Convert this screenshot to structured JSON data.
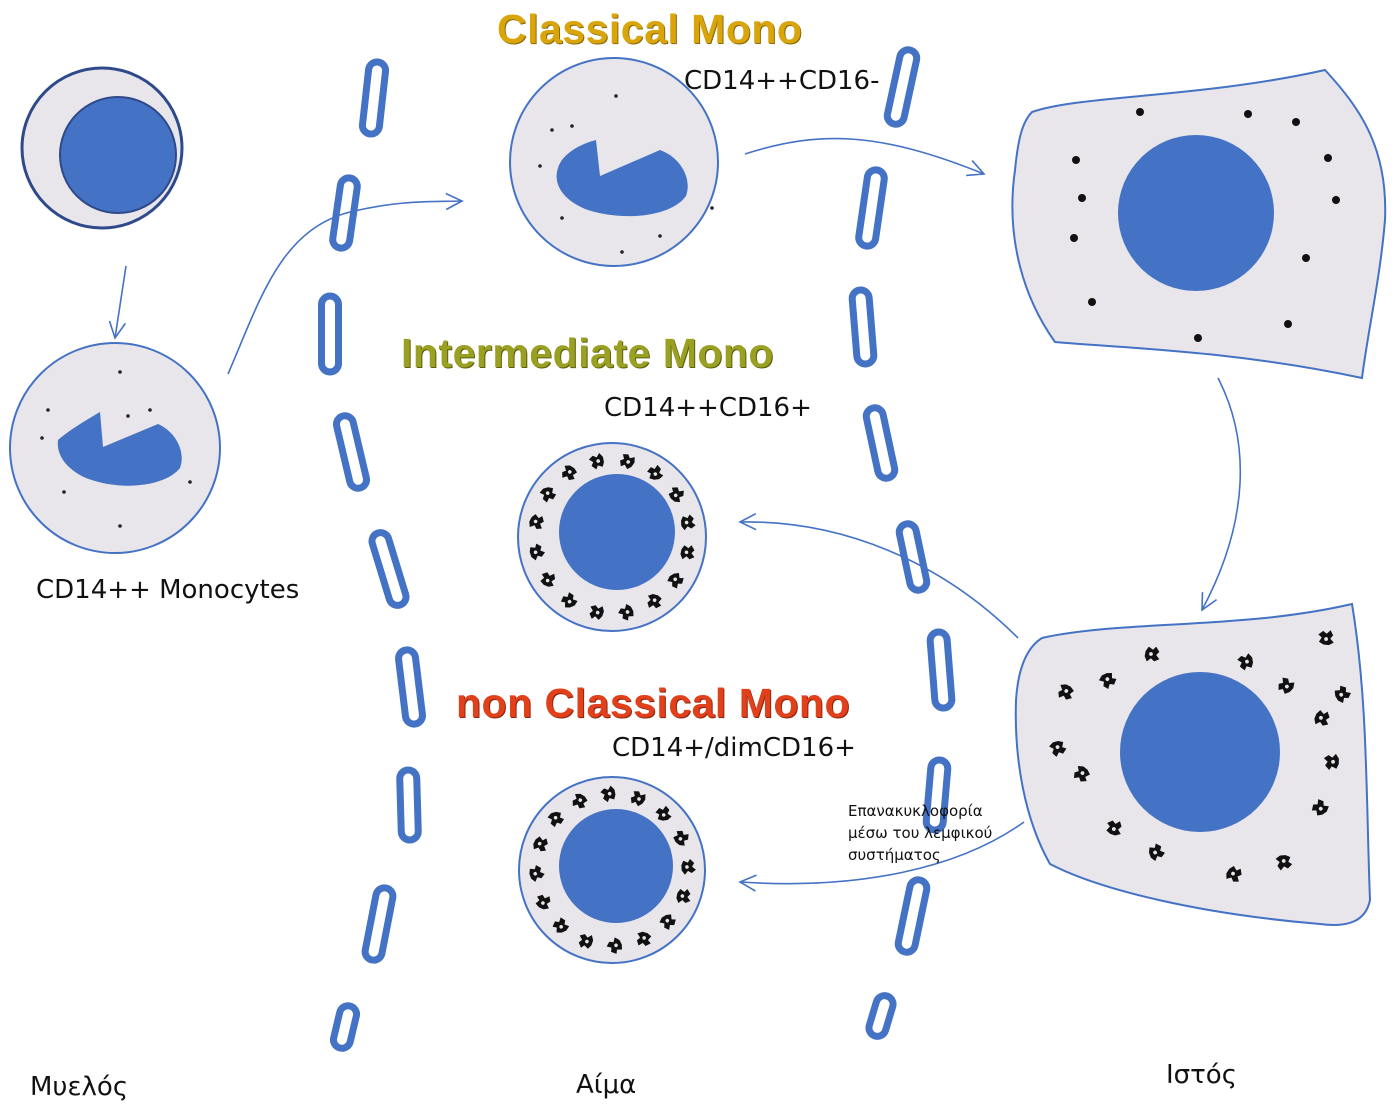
{
  "titles": {
    "classical": "Classical Mono",
    "intermediate": "Intermediate  Mono",
    "non_classical": "non Classical  Mono"
  },
  "markers": {
    "classical": "CD14++CD16-",
    "intermediate": "CD14++CD16+",
    "non_classical": "CD14+/dimCD16+",
    "bone_marrow_cells": "CD14++ Monocytes"
  },
  "regions": {
    "bone_marrow": "Μυελός",
    "blood": "Αίμα",
    "tissue": "Ιστός"
  },
  "note": {
    "line1": "Επανακυκλοφορία",
    "line2": "μέσω του λεμφικού",
    "line3": "συστήματος"
  },
  "colors": {
    "nucleus": "#4472c4",
    "cytoplasm": "#e8e6ea",
    "outline": "#3e5a9a",
    "arrow": "#4472c4",
    "title_classical": "#d9a50a",
    "title_intermediate": "#9aa021",
    "title_non_classical": "#e2401b"
  }
}
